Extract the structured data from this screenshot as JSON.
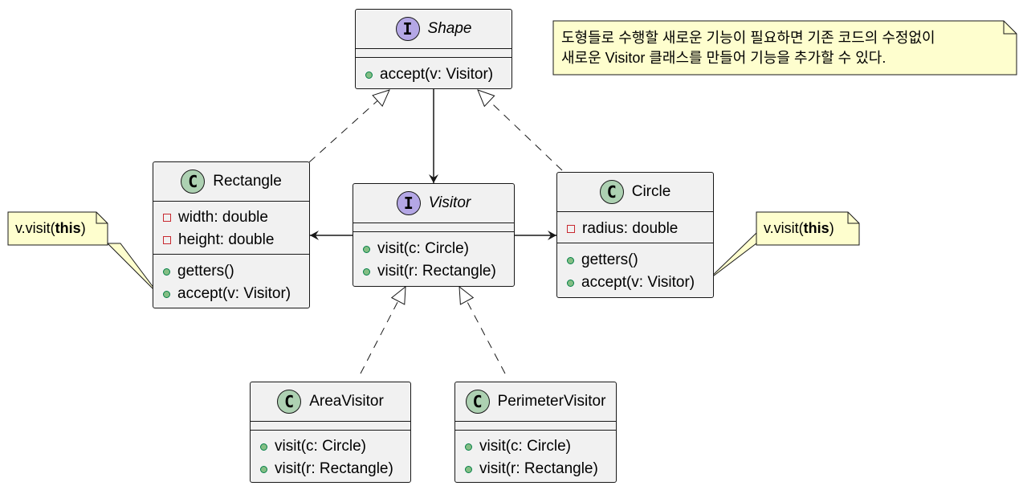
{
  "classes": {
    "shape": {
      "stereotype": "I",
      "name": "Shape",
      "methods": [
        "accept(v: Visitor)"
      ]
    },
    "visitor": {
      "stereotype": "I",
      "name": "Visitor",
      "methods": [
        "visit(c: Circle)",
        "visit(r: Rectangle)"
      ]
    },
    "rectangle": {
      "stereotype": "C",
      "name": "Rectangle",
      "fields": [
        "width: double",
        "height: double"
      ],
      "methods": [
        "getters()",
        "accept(v: Visitor)"
      ]
    },
    "circle": {
      "stereotype": "C",
      "name": "Circle",
      "fields": [
        "radius: double"
      ],
      "methods": [
        "getters()",
        "accept(v: Visitor)"
      ]
    },
    "area_visitor": {
      "stereotype": "C",
      "name": "AreaVisitor",
      "methods": [
        "visit(c: Circle)",
        "visit(r: Rectangle)"
      ]
    },
    "perimeter_visitor": {
      "stereotype": "C",
      "name": "PerimeterVisitor",
      "methods": [
        "visit(c: Circle)",
        "visit(r: Rectangle)"
      ]
    }
  },
  "notes": {
    "description": {
      "line1": "도형들로 수행할 새로운 기능이 필요하면 기존 코드의 수정없이",
      "line2": "새로운 Visitor 클래스를 만들어 기능을 추가할 수 있다."
    },
    "rectangle_note": {
      "prefix": "v.visit(",
      "keyword": "this",
      "suffix": ")"
    },
    "circle_note": {
      "prefix": "v.visit(",
      "keyword": "this",
      "suffix": ")"
    }
  },
  "colors": {
    "class_fill": "#f1f1f1",
    "border": "#181818",
    "interface_badge": "#b4a7e5",
    "class_badge": "#add1b2",
    "note_fill": "#fefece",
    "public_marker": "#84be84",
    "private_marker": "#c82930"
  }
}
